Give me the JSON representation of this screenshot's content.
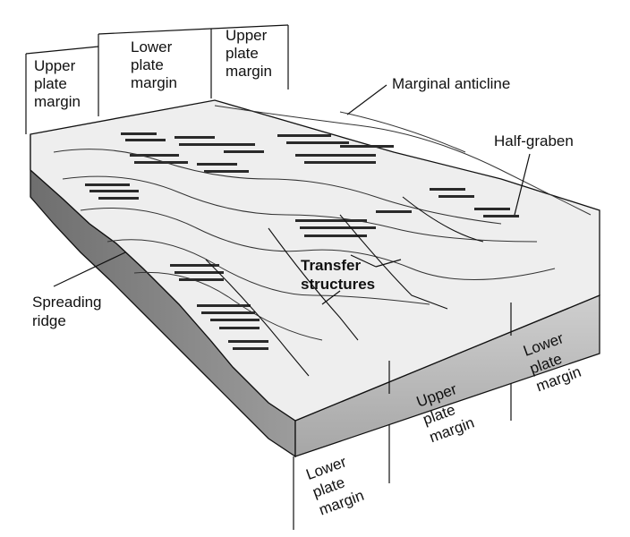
{
  "labels": {
    "top_left": [
      "Upper",
      "plate",
      "margin"
    ],
    "top_mid": [
      "Lower",
      "plate",
      "margin"
    ],
    "top_right": [
      "Upper",
      "plate",
      "margin"
    ],
    "marginal_anticline": "Marginal anticline",
    "half_graben": "Half-graben",
    "transfer": [
      "Transfer",
      "structures"
    ],
    "spreading": [
      "Spreading",
      "ridge"
    ],
    "front_right": [
      "Lower",
      "plate",
      "margin"
    ],
    "front_mid": [
      "Upper",
      "plate",
      "margin"
    ],
    "front_left": [
      "Lower",
      "plate",
      "margin"
    ]
  },
  "colors": {
    "surface": "#ececec",
    "side_front": "#b8b8b8",
    "side_left": "#8a8a8a",
    "line": "#111111"
  }
}
